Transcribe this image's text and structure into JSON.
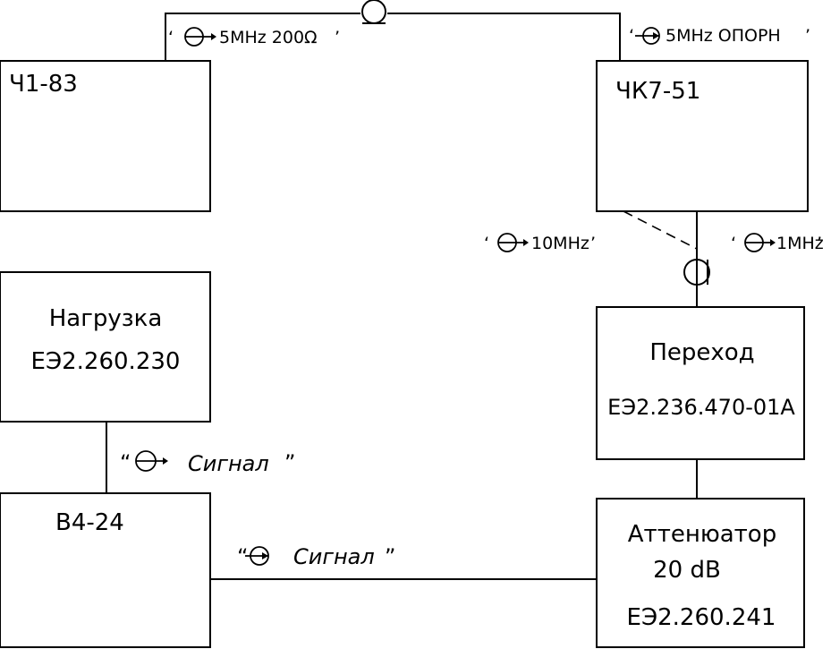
{
  "blocks": {
    "ch1_83": {
      "title": "Ч1-83"
    },
    "chk7_51": {
      "title": "ЧК7-51"
    },
    "load": {
      "title": "Нагрузка",
      "code": "ЕЭ2.260.230"
    },
    "v4_24": {
      "title": "В4-24"
    },
    "adapter": {
      "title": "Переход",
      "code": "ЕЭ2.236.470-01А"
    },
    "attenuator": {
      "title": "Аттенюатор",
      "value": "20 dB",
      "code": "ЕЭ2.260.241"
    }
  },
  "connectors": {
    "out_5mhz_200": {
      "prefix": "‘",
      "text": "5MHz 200Ω",
      "suffix": "’"
    },
    "in_5mhz_ref": {
      "prefix": "‘",
      "text": "5MHz ОПОРН",
      "suffix": "’"
    },
    "out_10mhz": {
      "prefix": "‘",
      "text": "10MHz",
      "suffix": "’"
    },
    "out_1mhz": {
      "prefix": "‘",
      "text": "1MHz",
      "suffix": "’"
    },
    "signal_out": {
      "prefix": "“",
      "text": "Сигнал",
      "suffix": "”"
    },
    "signal_in": {
      "prefix": "“",
      "text": "Сигнал",
      "suffix": "”"
    }
  }
}
